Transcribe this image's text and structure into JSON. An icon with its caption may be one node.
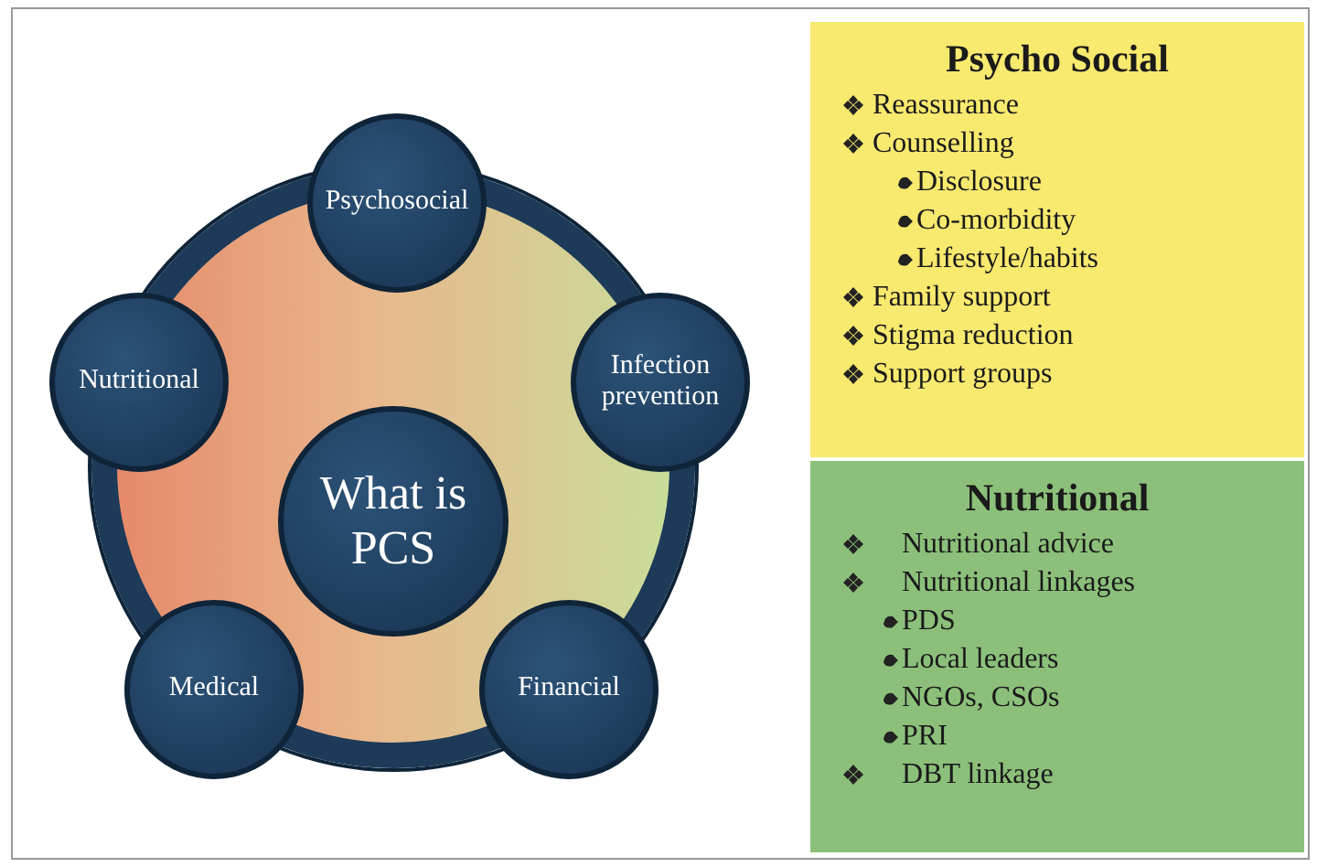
{
  "diagram": {
    "nodes": [
      {
        "text": [],
        "shape": "circle"
      },
      {
        "text": [
          "What is PCS"
        ],
        "in": 0
      },
      {
        "text": [
          "Psychosocial"
        ]
      },
      {
        "text": [
          "Infection prevention"
        ]
      },
      {
        "text": [
          "Financial"
        ]
      },
      {
        "text": [
          "Medical"
        ]
      },
      {
        "text": [
          "Nutritional"
        ]
      },
      {
        "text": [
          "Psycho Social",
          "Reassurance",
          "Counselling",
          "Disclosure",
          "Co-morbidity",
          "Lifestyle/habits",
          "Family support",
          "Stigma reduction",
          "Support groups"
        ]
      },
      {
        "text": [
          "Nutritional",
          "Nutritional advice",
          "Nutritional linkages",
          "PDS",
          "Local leaders",
          "NGOs, CSOs",
          "PRI",
          "DBT linkage"
        ]
      }
    ],
    "edges": []
  }
}
